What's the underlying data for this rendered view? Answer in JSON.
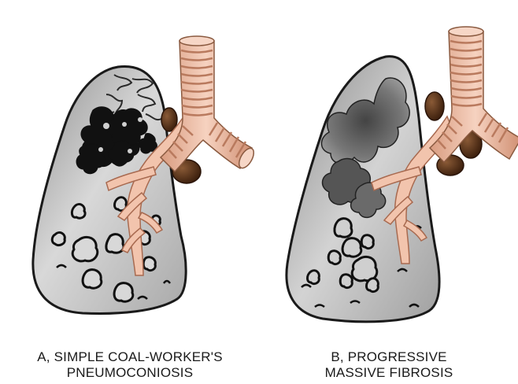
{
  "panels": [
    {
      "id": "A",
      "caption_line1": "A, SIMPLE COAL-WORKER'S",
      "caption_line2": "PNEUMOCONIOSIS"
    },
    {
      "id": "B",
      "caption_line1": "B, PROGRESSIVE",
      "caption_line2": "MASSIVE FIBROSIS"
    }
  ],
  "colors": {
    "lung_fill": "#bdbdbd",
    "lung_outline": "#1a1a1a",
    "airway_fill": "#f2c7b2",
    "airway_ring": "#b97a5e",
    "lymph_node": "#4a2a14",
    "coal_dust": "#111111"
  }
}
